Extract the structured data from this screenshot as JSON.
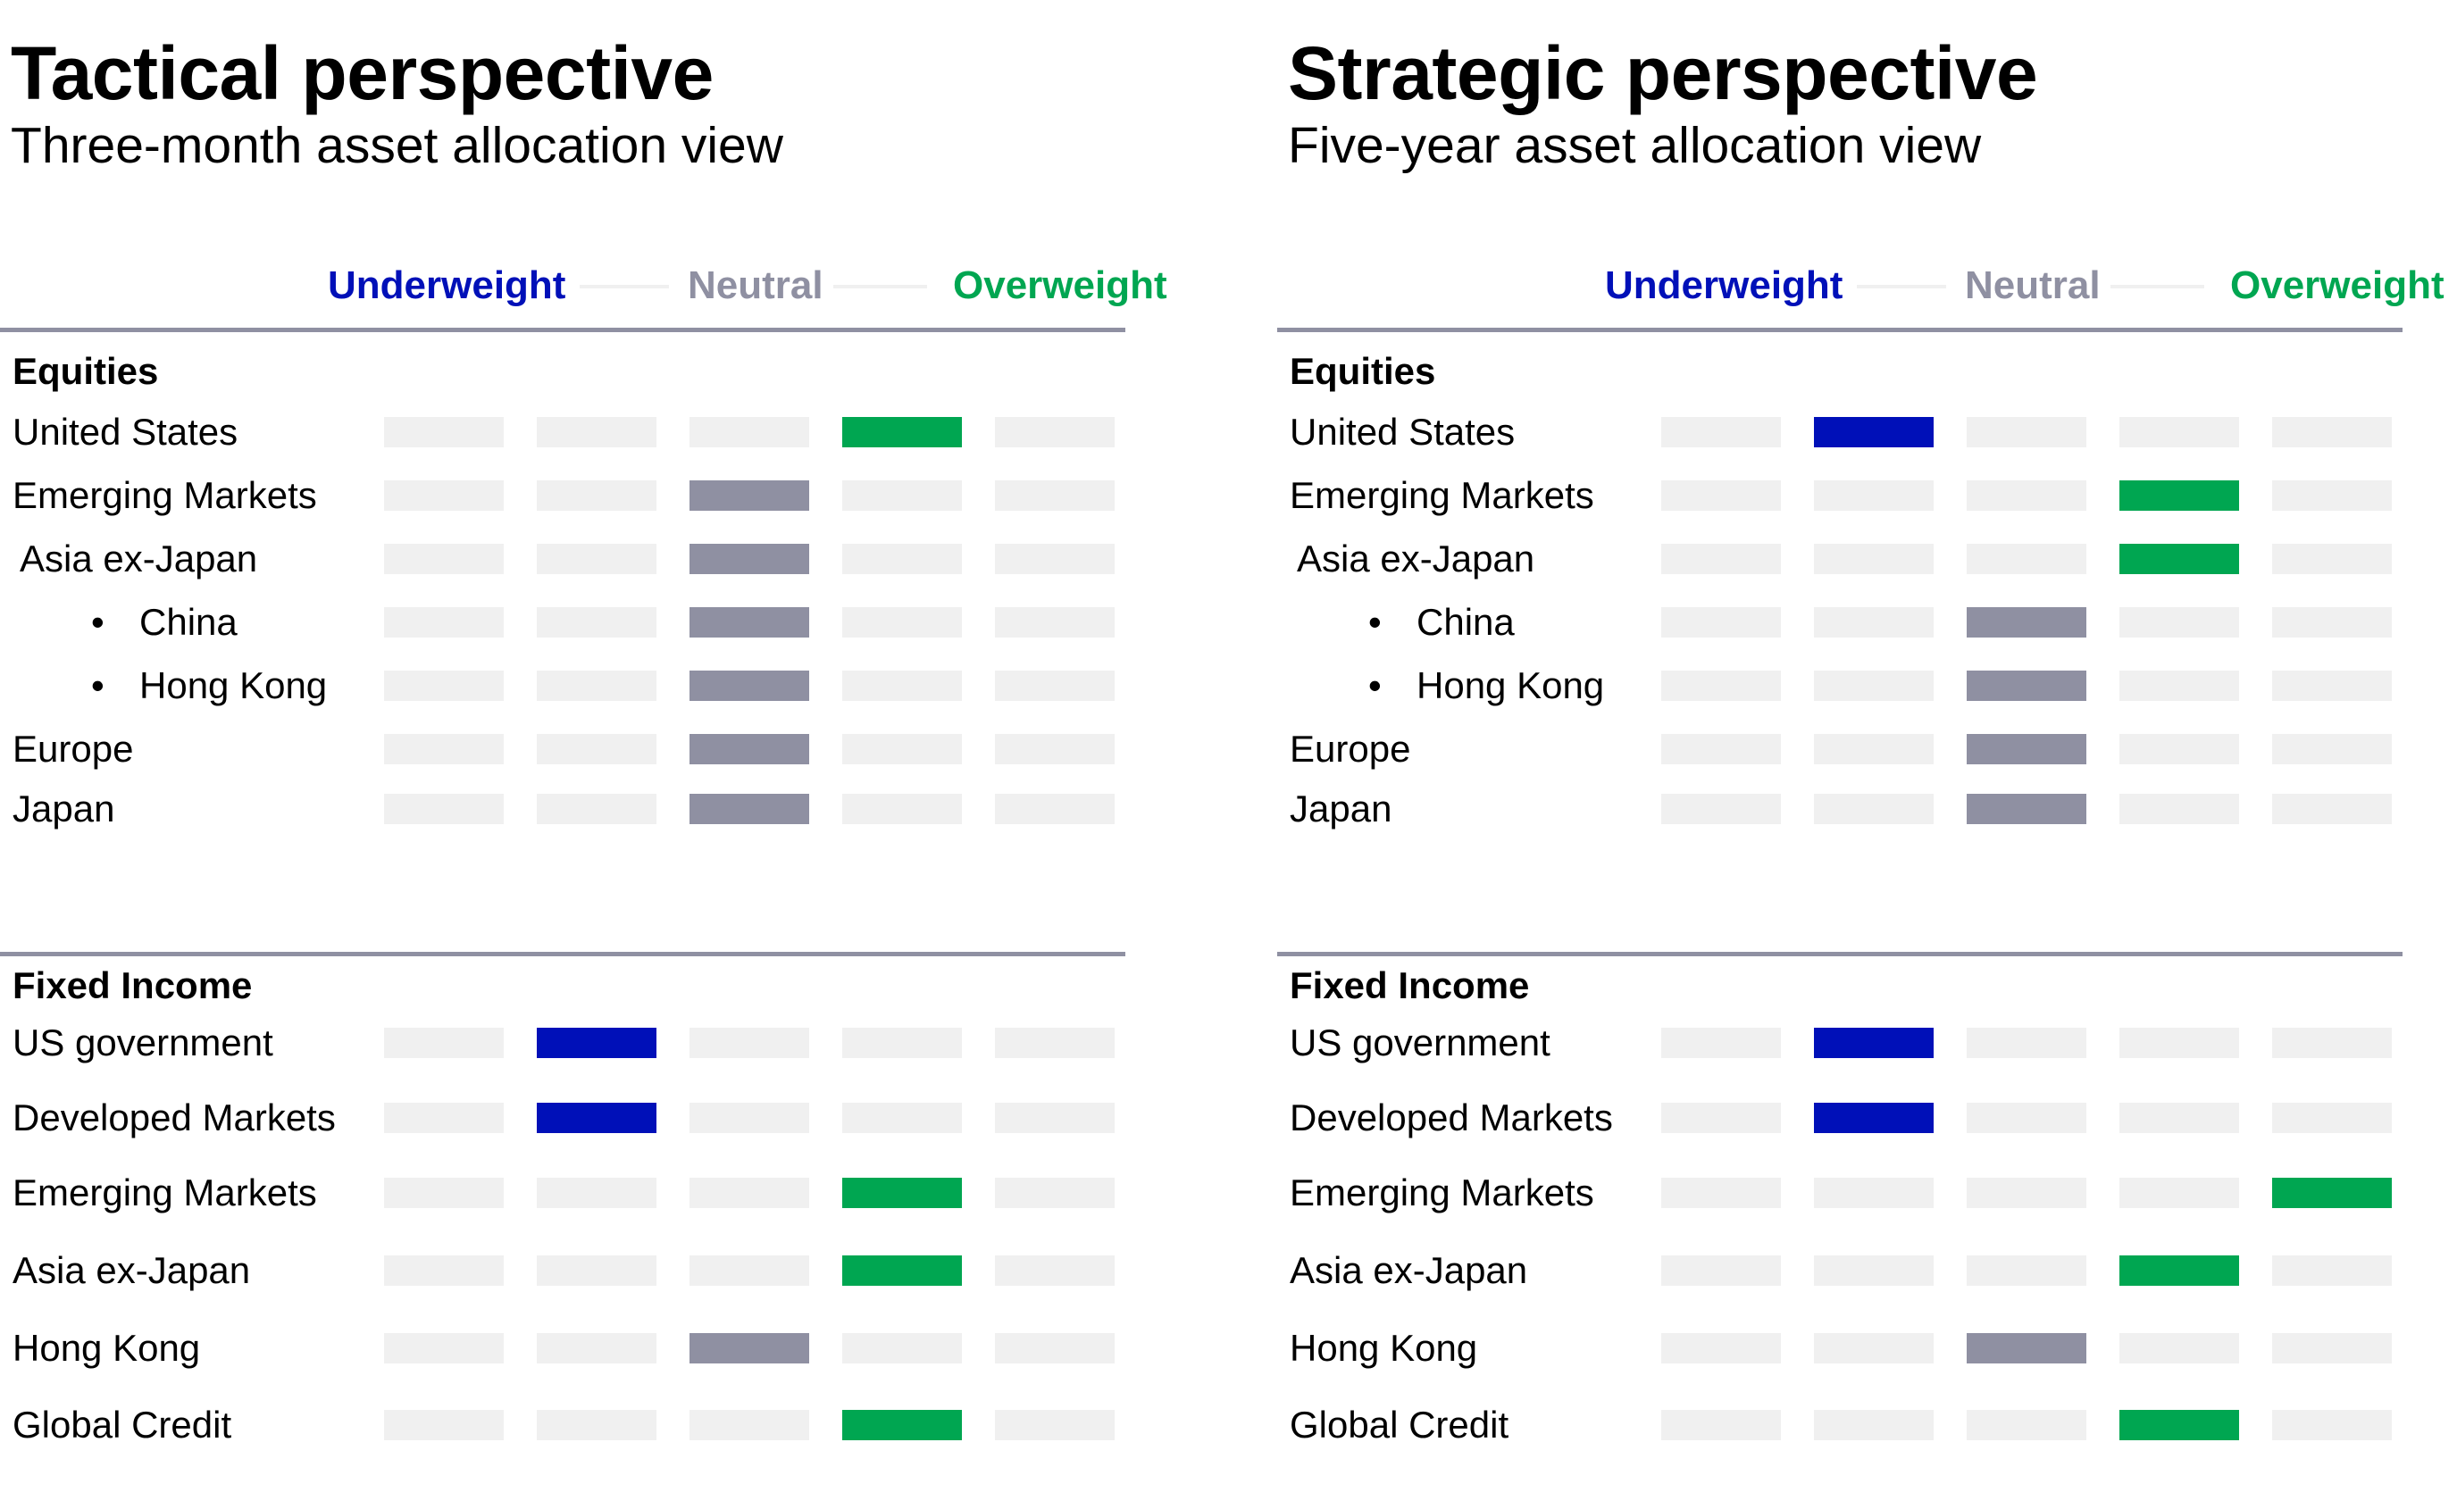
{
  "colors": {
    "underweight": "#0010b8",
    "neutral": "#8f90a2",
    "overweight": "#00a651",
    "empty": "#f0f0f0",
    "rule": "#8f90a2"
  },
  "scale": {
    "underweight_label": "Underweight",
    "neutral_label": "Neutral",
    "overweight_label": "Overweight",
    "positions": 5
  },
  "chart_data": [
    {
      "type": "table",
      "title": "Tactical perspective",
      "subtitle": "Three-month asset allocation view",
      "scale_labels": [
        "Underweight",
        "Neutral",
        "Overweight"
      ],
      "sections": [
        {
          "name": "Equities",
          "rows": [
            {
              "label": "United States",
              "indent": 0,
              "bullet": false,
              "position": 4,
              "stance": "overweight"
            },
            {
              "label": "Emerging Markets",
              "indent": 0,
              "bullet": false,
              "position": 3,
              "stance": "neutral"
            },
            {
              "label": "Asia ex-Japan",
              "indent": 1,
              "bullet": false,
              "position": 3,
              "stance": "neutral"
            },
            {
              "label": "China",
              "indent": 2,
              "bullet": true,
              "position": 3,
              "stance": "neutral"
            },
            {
              "label": "Hong Kong",
              "indent": 2,
              "bullet": true,
              "position": 3,
              "stance": "neutral"
            },
            {
              "label": "Europe",
              "indent": 0,
              "bullet": false,
              "position": 3,
              "stance": "neutral"
            },
            {
              "label": "Japan",
              "indent": 0,
              "bullet": false,
              "position": 3,
              "stance": "neutral"
            }
          ]
        },
        {
          "name": "Fixed Income",
          "rows": [
            {
              "label": "US government",
              "indent": 0,
              "bullet": false,
              "position": 2,
              "stance": "underweight"
            },
            {
              "label": "Developed Markets",
              "indent": 0,
              "bullet": false,
              "position": 2,
              "stance": "underweight"
            },
            {
              "label": "Emerging Markets",
              "indent": 0,
              "bullet": false,
              "position": 4,
              "stance": "overweight"
            },
            {
              "label": "Asia ex-Japan",
              "indent": 0,
              "bullet": false,
              "position": 4,
              "stance": "overweight"
            },
            {
              "label": "Hong Kong",
              "indent": 0,
              "bullet": false,
              "position": 3,
              "stance": "neutral"
            },
            {
              "label": "Global Credit",
              "indent": 0,
              "bullet": false,
              "position": 4,
              "stance": "overweight"
            }
          ]
        }
      ]
    },
    {
      "type": "table",
      "title": "Strategic perspective",
      "subtitle": "Five-year asset allocation view",
      "scale_labels": [
        "Underweight",
        "Neutral",
        "Overweight"
      ],
      "sections": [
        {
          "name": "Equities",
          "rows": [
            {
              "label": "United States",
              "indent": 0,
              "bullet": false,
              "position": 2,
              "stance": "underweight"
            },
            {
              "label": "Emerging Markets",
              "indent": 0,
              "bullet": false,
              "position": 4,
              "stance": "overweight"
            },
            {
              "label": "Asia ex-Japan",
              "indent": 1,
              "bullet": false,
              "position": 4,
              "stance": "overweight"
            },
            {
              "label": "China",
              "indent": 2,
              "bullet": true,
              "position": 3,
              "stance": "neutral"
            },
            {
              "label": "Hong Kong",
              "indent": 2,
              "bullet": true,
              "position": 3,
              "stance": "neutral"
            },
            {
              "label": "Europe",
              "indent": 0,
              "bullet": false,
              "position": 3,
              "stance": "neutral"
            },
            {
              "label": "Japan",
              "indent": 0,
              "bullet": false,
              "position": 3,
              "stance": "neutral"
            }
          ]
        },
        {
          "name": "Fixed Income",
          "rows": [
            {
              "label": "US government",
              "indent": 0,
              "bullet": false,
              "position": 2,
              "stance": "underweight"
            },
            {
              "label": "Developed Markets",
              "indent": 0,
              "bullet": false,
              "position": 2,
              "stance": "underweight"
            },
            {
              "label": "Emerging Markets",
              "indent": 0,
              "bullet": false,
              "position": 5,
              "stance": "overweight"
            },
            {
              "label": "Asia ex-Japan",
              "indent": 0,
              "bullet": false,
              "position": 4,
              "stance": "overweight"
            },
            {
              "label": "Hong Kong",
              "indent": 0,
              "bullet": false,
              "position": 3,
              "stance": "neutral"
            },
            {
              "label": "Global Credit",
              "indent": 0,
              "bullet": false,
              "position": 4,
              "stance": "overweight"
            }
          ]
        }
      ]
    }
  ]
}
